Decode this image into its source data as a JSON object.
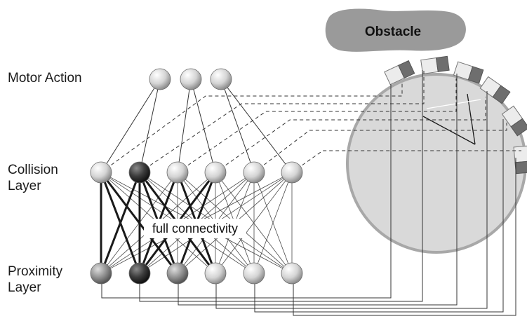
{
  "labels": {
    "motor_action": "Motor Action",
    "collision_line1": "Collision",
    "collision_line2": "Layer",
    "proximity_line1": "Proximity",
    "proximity_line2": "Layer",
    "full_connectivity": "full connectivity",
    "obstacle": "Obstacle"
  },
  "layers": {
    "motor": {
      "count": 3
    },
    "collision": {
      "count": 6,
      "active": [
        1
      ]
    },
    "proximity": {
      "count": 6,
      "active": [
        1
      ],
      "medium": [
        0,
        2
      ]
    }
  },
  "colors": {
    "node_light": "#e0e0e0",
    "node_dark": "#404040",
    "node_medium": "#8c8c8c",
    "robot_body": "#d9d9d9",
    "obstacle": "#9a9a9a",
    "sensor_dark": "#707070",
    "strong_link": "#1a1a1a"
  }
}
